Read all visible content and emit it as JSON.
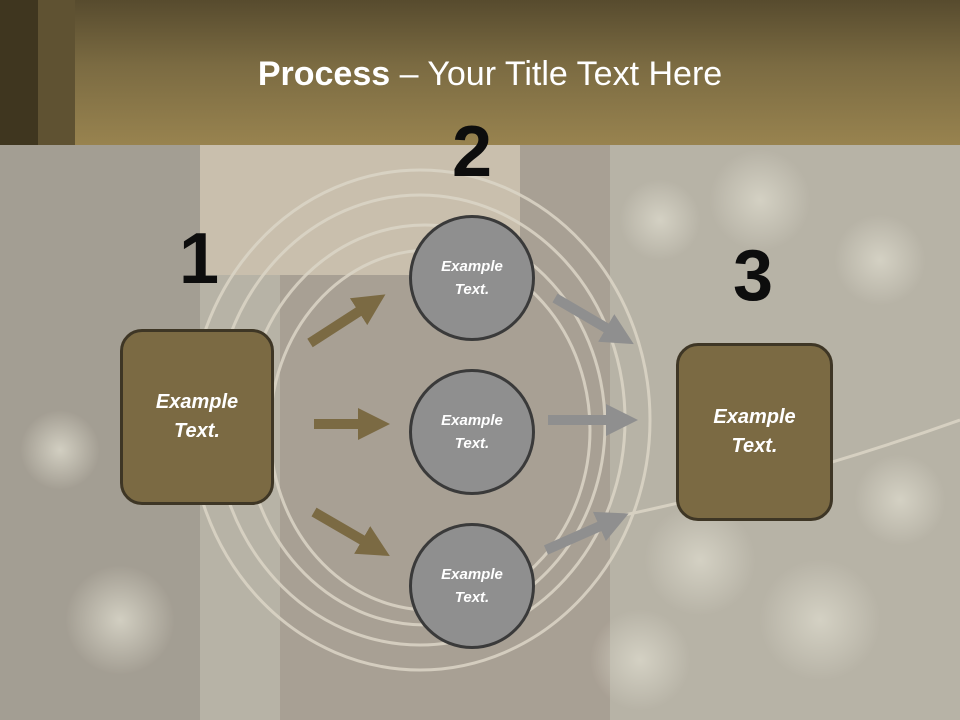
{
  "title": {
    "bold": "Process",
    "rest": " – Your Title Text Here"
  },
  "steps": [
    {
      "number": "1",
      "text": "Example\nText."
    },
    {
      "number": "2",
      "items": [
        "Example\nText.",
        "Example\nText.",
        "Example\nText."
      ]
    },
    {
      "number": "3",
      "text": "Example\nText."
    }
  ],
  "colors": {
    "header": "#7b6b42",
    "box_fill": "#7b6a43",
    "circle_fill": "#8f8f8f",
    "arrow_left": "#7b6a43",
    "arrow_right": "#8f8f8f"
  }
}
